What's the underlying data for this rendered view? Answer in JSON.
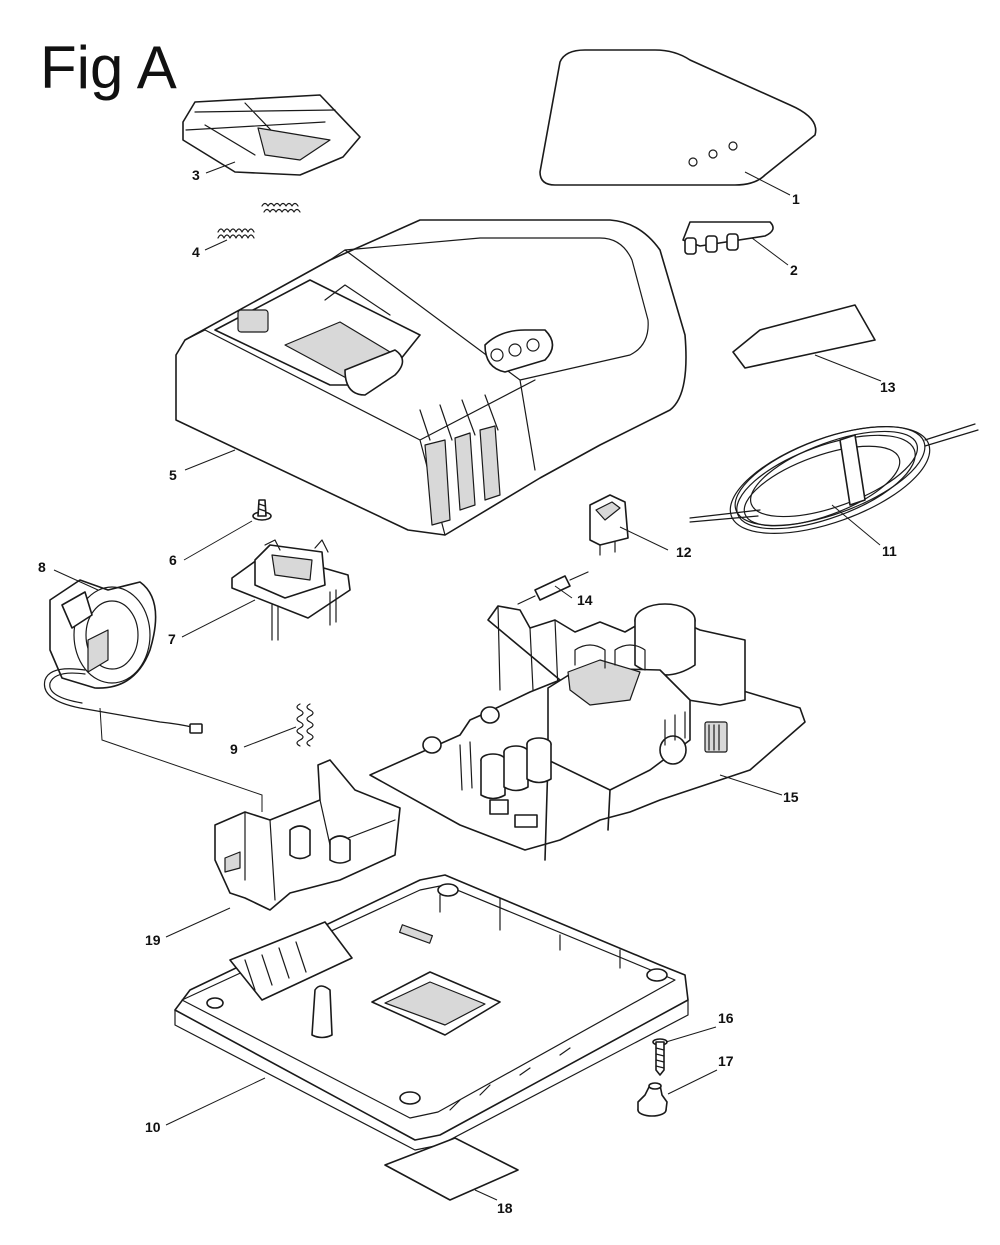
{
  "title": "Fig A",
  "callouts": [
    {
      "id": "c1",
      "num": "1"
    },
    {
      "id": "c2",
      "num": "2"
    },
    {
      "id": "c3",
      "num": "3"
    },
    {
      "id": "c4",
      "num": "4"
    },
    {
      "id": "c5",
      "num": "5"
    },
    {
      "id": "c6",
      "num": "6"
    },
    {
      "id": "c7",
      "num": "7"
    },
    {
      "id": "c8",
      "num": "8"
    },
    {
      "id": "c9",
      "num": "9"
    },
    {
      "id": "c10",
      "num": "10"
    },
    {
      "id": "c11",
      "num": "11"
    },
    {
      "id": "c12",
      "num": "12"
    },
    {
      "id": "c13",
      "num": "13"
    },
    {
      "id": "c14",
      "num": "14"
    },
    {
      "id": "c15",
      "num": "15"
    },
    {
      "id": "c16",
      "num": "16"
    },
    {
      "id": "c17",
      "num": "17"
    },
    {
      "id": "c18",
      "num": "18"
    },
    {
      "id": "c19",
      "num": "19"
    }
  ]
}
